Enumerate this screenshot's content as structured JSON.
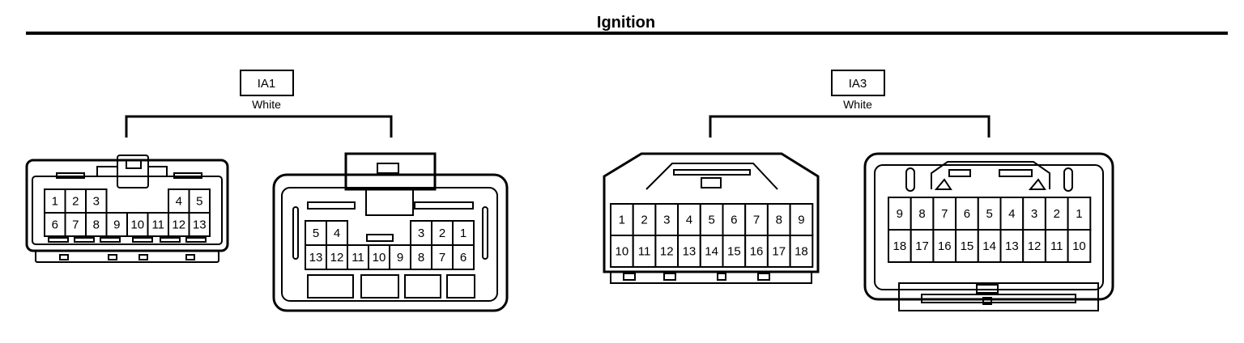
{
  "title": "Ignition",
  "connectors": [
    {
      "code": "IA1",
      "color": "White",
      "left_view": {
        "rows": [
          [
            "1",
            "2",
            "3",
            "",
            "",
            "",
            "4",
            "5"
          ],
          [
            "6",
            "7",
            "8",
            "9",
            "10",
            "11",
            "12",
            "13"
          ]
        ]
      },
      "right_view": {
        "rows": [
          [
            "5",
            "4",
            "",
            "",
            "",
            "3",
            "2",
            "1"
          ],
          [
            "13",
            "12",
            "11",
            "10",
            "9",
            "8",
            "7",
            "6"
          ]
        ]
      }
    },
    {
      "code": "IA3",
      "color": "White",
      "left_view": {
        "rows": [
          [
            "1",
            "2",
            "3",
            "4",
            "5",
            "6",
            "7",
            "8",
            "9"
          ],
          [
            "10",
            "11",
            "12",
            "13",
            "14",
            "15",
            "16",
            "17",
            "18"
          ]
        ]
      },
      "right_view": {
        "rows": [
          [
            "9",
            "8",
            "7",
            "6",
            "5",
            "4",
            "3",
            "2",
            "1"
          ],
          [
            "18",
            "17",
            "16",
            "15",
            "14",
            "13",
            "12",
            "11",
            "10"
          ]
        ]
      }
    }
  ]
}
